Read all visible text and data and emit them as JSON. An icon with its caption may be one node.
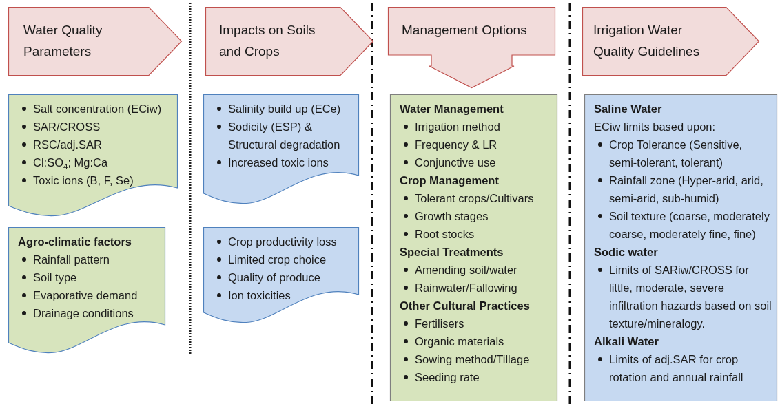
{
  "diagram": {
    "nodes": [
      {
        "text": [
          "Water Quality Parameters"
        ]
      },
      {
        "text": [
          "Impacts on Soils and Crops"
        ]
      },
      {
        "text": [
          "Management Options"
        ]
      },
      {
        "text": [
          "Irrigation Water Quality Guidelines"
        ]
      },
      {
        "text": [
          "Salt concentration (ECiw)",
          "SAR/CROSS",
          "RSC/adj.SAR",
          "Cl:SO$_{4}$; Mg:Ca",
          "Toxic ions (B, F, Se)"
        ]
      },
      {
        "text": [
          "Agro-climatic factors",
          "Rainfall pattern",
          "Soil type",
          "Evaporative demand",
          "Drainage conditions"
        ]
      },
      {
        "text": [
          "Salinity build up (ECe)",
          "Sodicity (ESP) & Structural degradation",
          "Increased toxic ions"
        ]
      },
      {
        "text": [
          "Crop productivity loss",
          "Limited crop choice",
          "Quality of produce",
          "Ion toxicities"
        ]
      },
      {
        "text": [
          "Water Management",
          "Irrigation method",
          "Frequency & LR",
          "Conjunctive use",
          "Crop Management",
          "Tolerant crops/Cultivars",
          "Growth stages",
          "Root stocks",
          "Special Treatments",
          "Amending soil/water",
          "Rainwater/Fallowing",
          "Other Cultural Practices",
          "Fertilisers",
          "Organic materials",
          "Sowing method/Tillage",
          "Seeding rate"
        ]
      },
      {
        "text": [
          "Saline Water",
          "ECiw limits based upon:",
          "Crop Tolerance (Sensitive, semi-tolerant, tolerant)",
          "Rainfall zone (Hyper-arid, arid, semi-arid, sub-humid)",
          "Soil texture (coarse, moderately coarse, moderately fine, fine)",
          "Sodic water",
          "Limits of SARiw/CROSS for little, moderate, severe infiltration hazards based on soil texture/mineralogy.",
          "Alkali Water",
          "Limits of adj.SAR for crop rotation and annual rainfall"
        ]
      }
    ],
    "edges": []
  }
}
